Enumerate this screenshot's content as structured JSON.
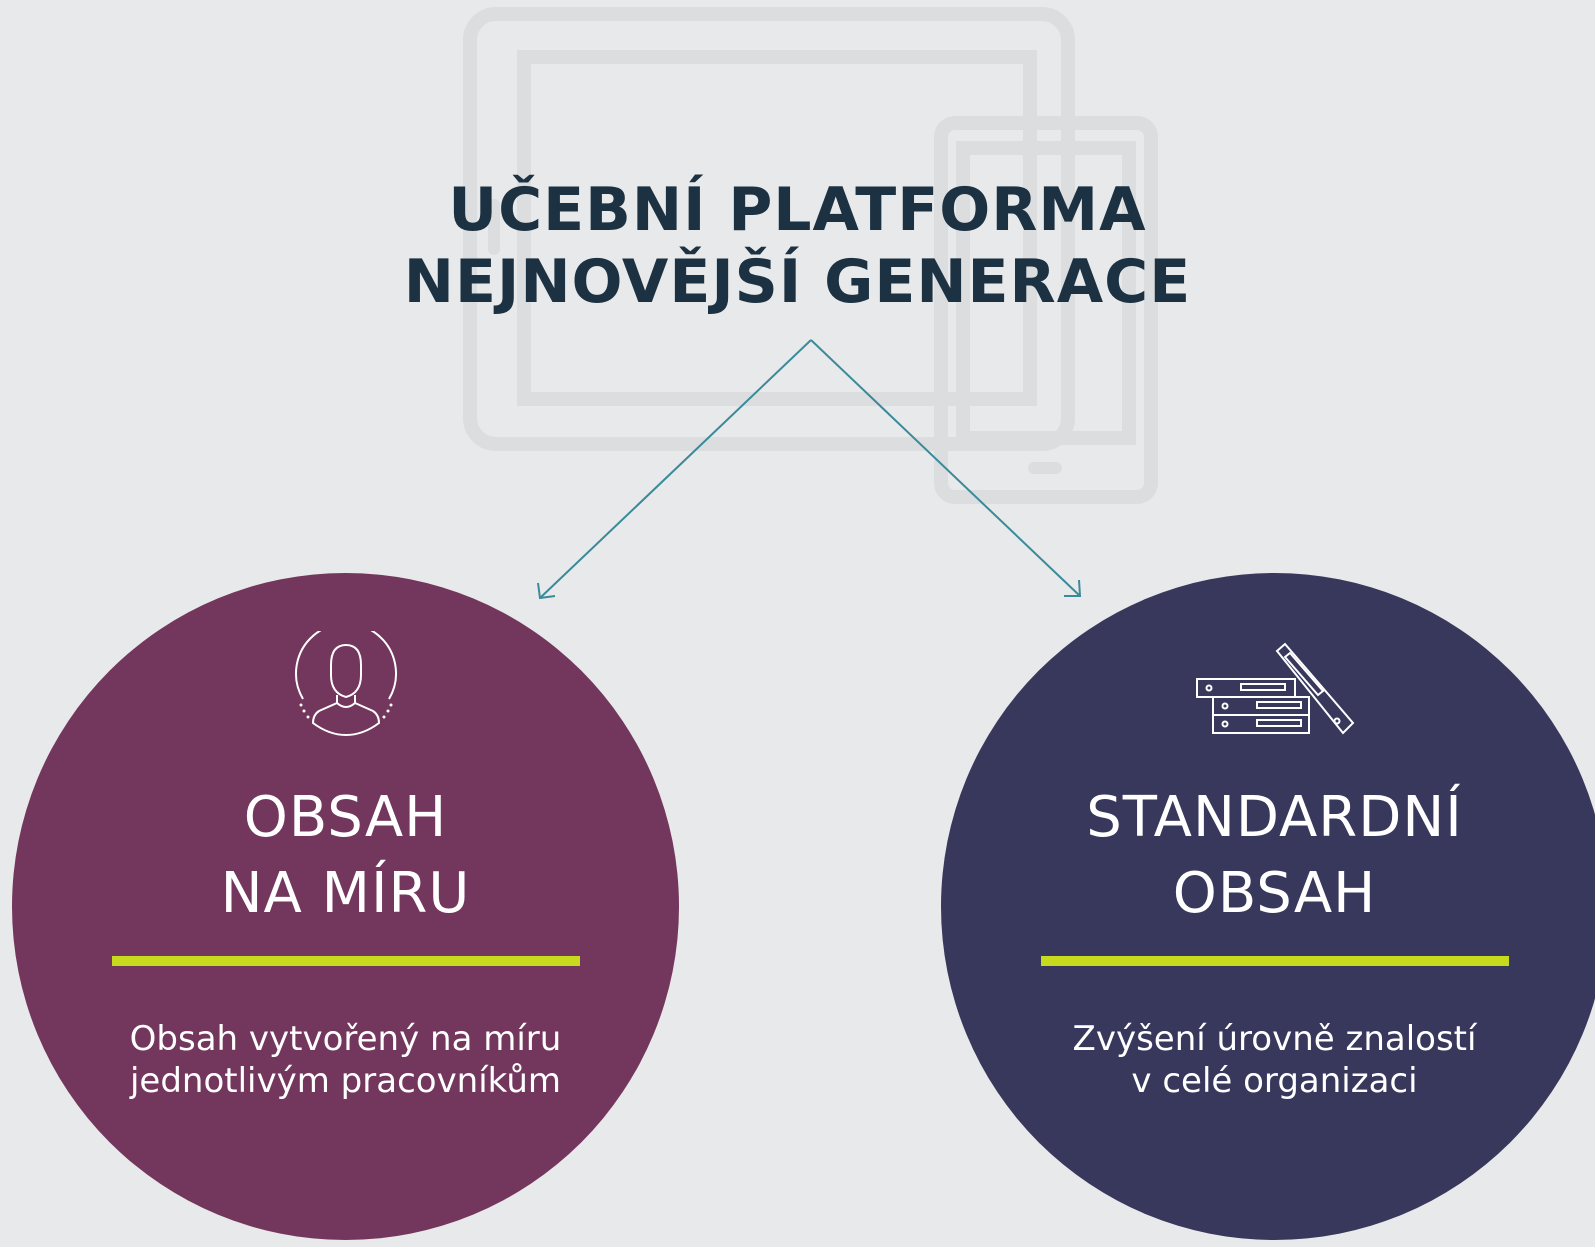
{
  "title": {
    "line1": "UČEBNÍ PLATFORMA",
    "line2": "NEJNOVĚJŠÍ GENERACE"
  },
  "left": {
    "heading_line1": "OBSAH",
    "heading_line2": "NA MÍRU",
    "desc_line1": "Obsah vytvořený na míru",
    "desc_line2": "jednotlivým pracovníkům",
    "icon": "person-icon",
    "color": "#73365c"
  },
  "right": {
    "heading_line1": "STANDARDNÍ",
    "heading_line2": "OBSAH",
    "desc_line1": "Zvýšení úrovně znalostí",
    "desc_line2": "v celé organizaci",
    "icon": "books-icon",
    "color": "#38375c"
  },
  "colors": {
    "background": "#e8e9ea",
    "title": "#1c3142",
    "arrow": "#3a8a9a",
    "accent": "#c8da1e"
  }
}
